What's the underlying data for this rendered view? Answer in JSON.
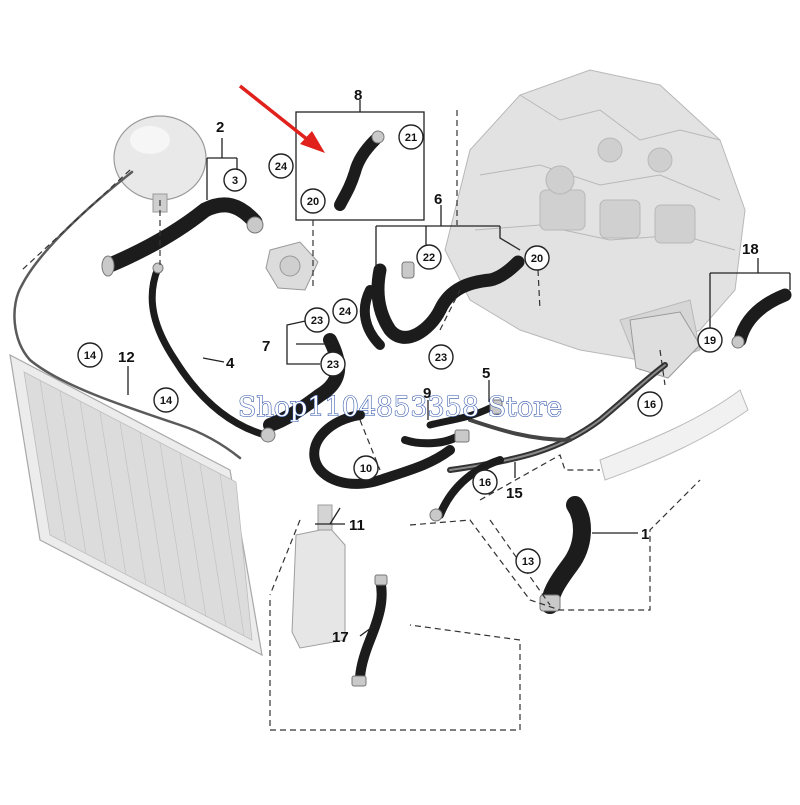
{
  "callouts": {
    "n1": "1",
    "n2": "2",
    "n4": "4",
    "n5": "5",
    "n6": "6",
    "n7": "7",
    "n8": "8",
    "n9": "9",
    "n11": "11",
    "n12": "12",
    "n15": "15",
    "n17": "17",
    "n18": "18"
  },
  "circled": {
    "c3": "3",
    "c10": "10",
    "c13": "13",
    "c14a": "14",
    "c14b": "14",
    "c16a": "16",
    "c16b": "16",
    "c19": "19",
    "c20a": "20",
    "c20b": "20",
    "c21": "21",
    "c22": "22",
    "c23a": "23",
    "c23b": "23",
    "c23c": "23",
    "c24a": "24",
    "c24b": "24"
  },
  "watermark": "Shop1104853358 Store",
  "colors": {
    "hose": "#1c1c1c",
    "line": "#222222",
    "engine": "#d9d9d9",
    "arrow": "#e0211c",
    "watermark": "#2a4fa8"
  }
}
